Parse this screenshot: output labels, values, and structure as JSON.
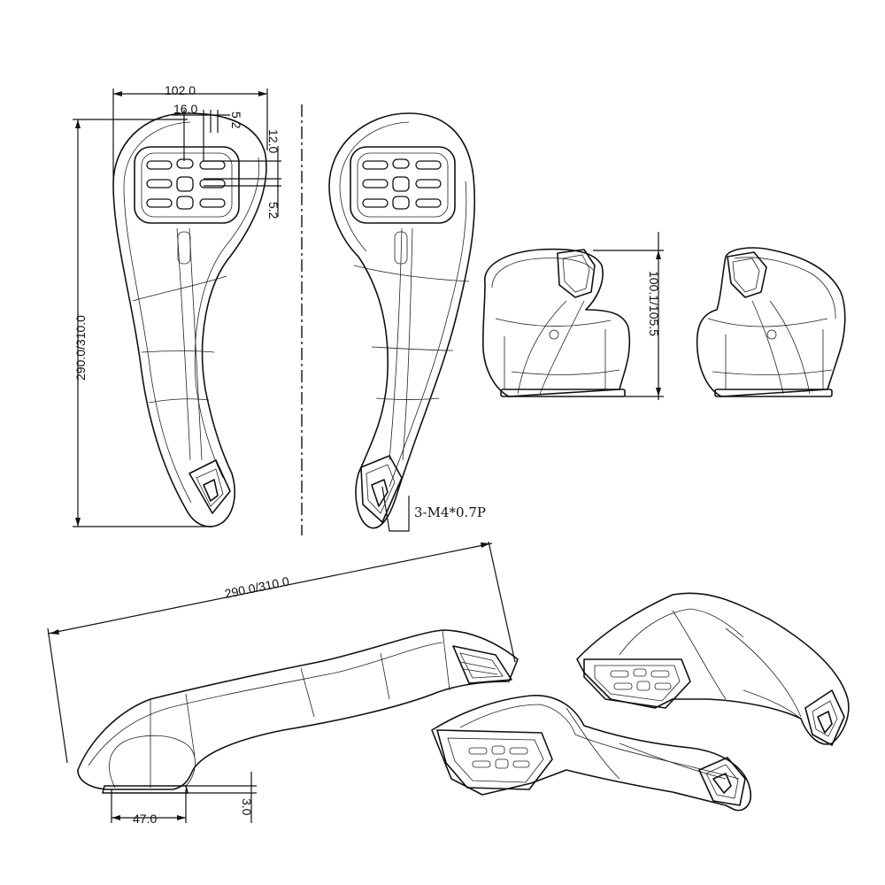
{
  "dimensions": {
    "width_102": "102.0",
    "width_16": "16.0",
    "offset_52_top": "5.2",
    "height_12": "12.0",
    "offset_52_side": "5.2",
    "length_front": "290.0/310.0",
    "height_side": "100.1/105.5",
    "thread_callout": "3-M4*0.7P",
    "length_bottom": "290.0/310.0",
    "base_width": "47.0",
    "base_height": "3.0"
  }
}
